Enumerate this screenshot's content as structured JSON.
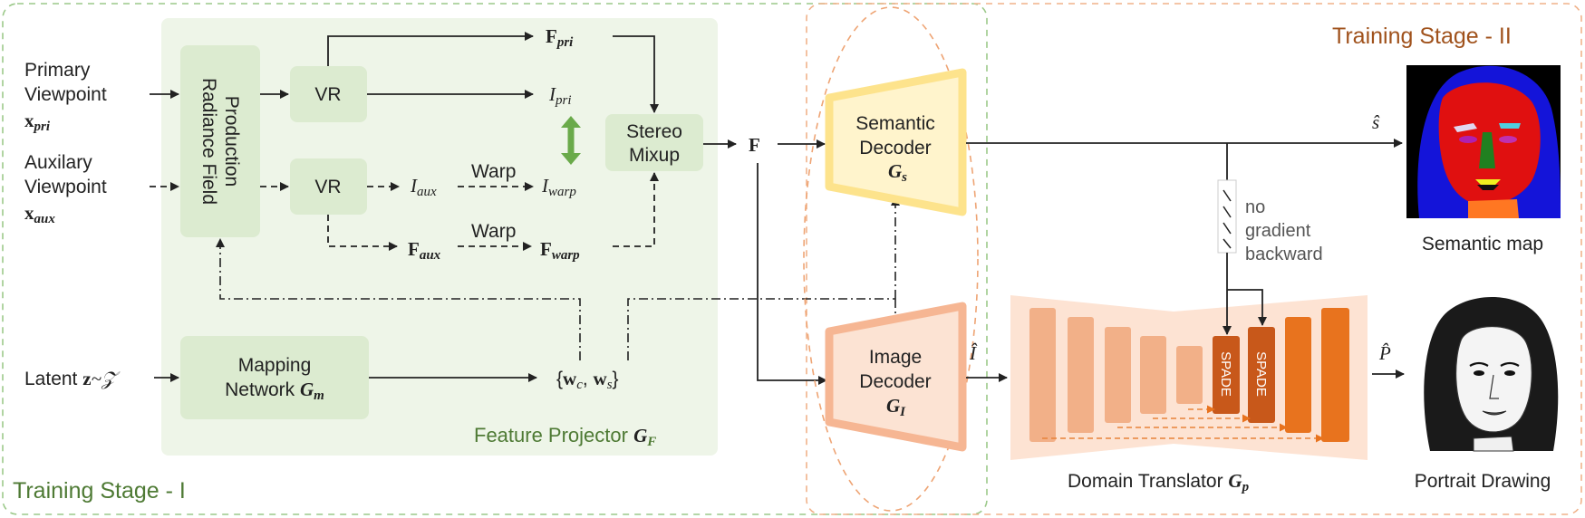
{
  "stages": {
    "stage1": "Training Stage - I",
    "stage2": "Training Stage - II"
  },
  "inputs": {
    "primary": {
      "line1": "Primary",
      "line2": "Viewpoint",
      "sym": "x",
      "sub": "pri"
    },
    "auxiliary": {
      "line1": "Auxilary",
      "line2": "Viewpoint",
      "sym": "x",
      "sub": "aux"
    },
    "latent": {
      "text": "Latent ",
      "z": "z",
      "dist": "~𝒵"
    }
  },
  "feature_projector": {
    "title": "Feature Projector ",
    "sym": "G",
    "sub": "F",
    "prf_line1": "Production",
    "prf_line2": "Radiance Field",
    "vr": "VR",
    "stereo_line1": "Stereo",
    "stereo_line2": "Mixup",
    "mapping_line1": "Mapping",
    "mapping_line2": "Network ",
    "mapping_sym": "G",
    "mapping_sub": "m",
    "warp": "Warp"
  },
  "symbols": {
    "F": "F",
    "I": "I",
    "pri": "pri",
    "aux": "aux",
    "warp": "warp",
    "w_open": "{",
    "w": "w",
    "c": "c",
    "s": "s",
    "w_sep": ", ",
    "w_close": "}",
    "s_hat": "ŝ",
    "i_hat": "Î",
    "p_hat": "P̂"
  },
  "semantic_decoder": {
    "line1": "Semantic",
    "line2": "Decoder",
    "sym": "G",
    "sub": "s"
  },
  "image_decoder": {
    "line1": "Image",
    "line2": "Decoder",
    "sym": "G",
    "sub": "I"
  },
  "no_gradient": {
    "line1": "no",
    "line2": "gradient",
    "line3": "backward"
  },
  "domain_translator": {
    "title": "Domain Translator ",
    "sym": "G",
    "sub": "p",
    "spade": "SPADE"
  },
  "outputs": {
    "semantic_map": "Semantic map",
    "portrait": "Portrait Drawing"
  },
  "colors": {
    "stage1_green": "#4e7a34",
    "stage2_brown": "#a0521c",
    "panel_green": "#eef5e8",
    "box_green": "#dcebd0",
    "double_arrow": "#6aaa4a",
    "semantic_yellow": "#fde38c",
    "image_peach": "#f6b693",
    "translator_bg": "#fde3d3",
    "translator_dark": "#e8731e",
    "translator_light": "#f2b088",
    "spade": "#c8581a"
  }
}
